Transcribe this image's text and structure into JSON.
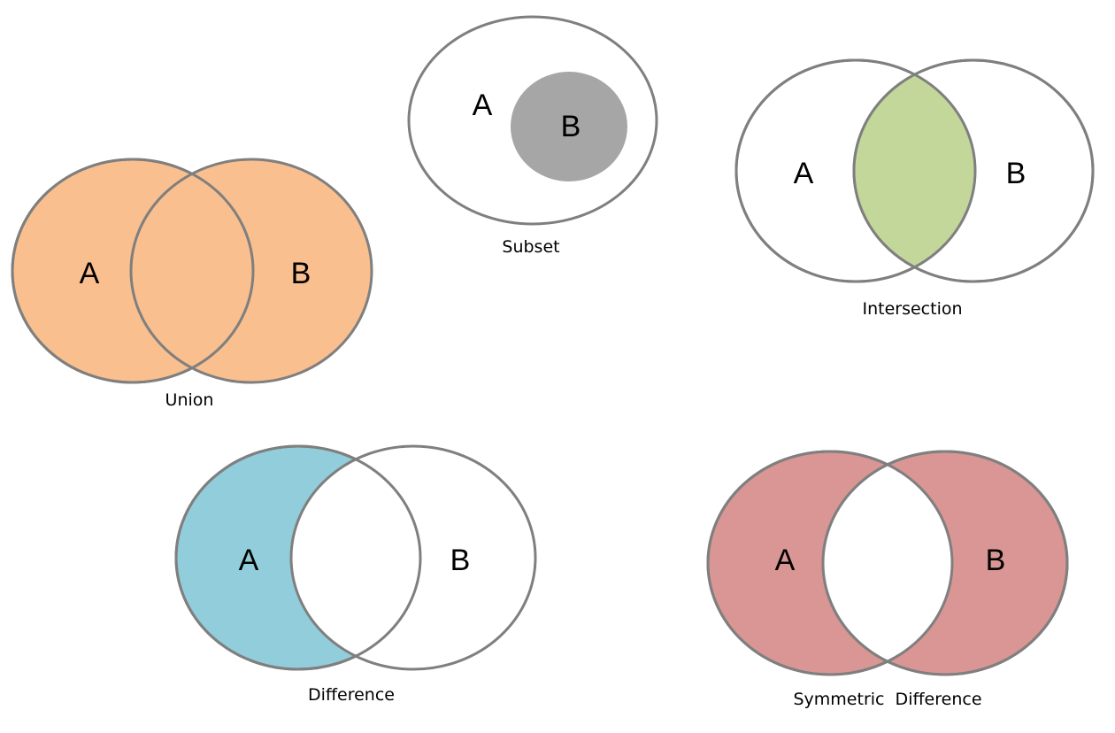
{
  "colors": {
    "outline": "#7f7f7f",
    "background": "#ffffff",
    "union_fill": "#f9bf8f",
    "subset_inner_fill": "#a6a6a6",
    "intersection_fill": "#c4d79b",
    "difference_fill": "#92cddc",
    "symmetric_difference_fill": "#d99694"
  },
  "diagrams": {
    "union": {
      "caption": "Union",
      "set_a_label": "A",
      "set_b_label": "B"
    },
    "subset": {
      "caption": "Subset",
      "set_a_label": "A",
      "set_b_label": "B"
    },
    "intersection": {
      "caption": "Intersection",
      "set_a_label": "A",
      "set_b_label": "B"
    },
    "difference": {
      "caption": "Difference",
      "set_a_label": "A",
      "set_b_label": "B"
    },
    "symmetric_difference": {
      "caption": "Symmetric  Difference",
      "set_a_label": "A",
      "set_b_label": "B"
    }
  }
}
